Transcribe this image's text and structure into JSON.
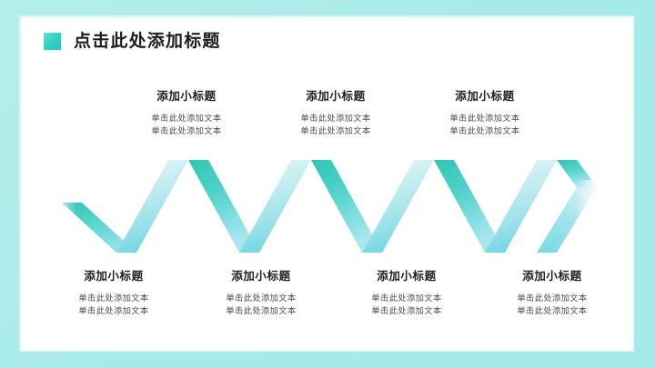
{
  "slide": {
    "background_color": "#a8ecea",
    "card_color": "#ffffff"
  },
  "header": {
    "marker_icon": "square-marker-icon",
    "marker_color": "#2ecfc0",
    "title": "点击此处添加标题"
  },
  "graphic": {
    "name": "zigzag-chevron-ribbon",
    "type": "decorative-zigzag",
    "accent_dark": "#2ec9b9",
    "accent_mid": "#7fdfe2",
    "accent_light": "#d7f2f4",
    "peaks": 3,
    "valleys": 4
  },
  "top_blocks": [
    {
      "title": "添加小标题",
      "lines": [
        "单击此处添加文本",
        "单击此处添加文本"
      ]
    },
    {
      "title": "添加小标题",
      "lines": [
        "单击此处添加文本",
        "单击此处添加文本"
      ]
    },
    {
      "title": "添加小标题",
      "lines": [
        "单击此处添加文本",
        "单击此处添加文本"
      ]
    }
  ],
  "bottom_blocks": [
    {
      "title": "添加小标题",
      "lines": [
        "单击此处添加文本",
        "单击此处添加文本"
      ]
    },
    {
      "title": "添加小标题",
      "lines": [
        "单击此处添加文本",
        "单击此处添加文本"
      ]
    },
    {
      "title": "添加小标题",
      "lines": [
        "单击此处添加文本",
        "单击此处添加文本"
      ]
    },
    {
      "title": "添加小标题",
      "lines": [
        "单击此处添加文本",
        "单击此处添加文本"
      ]
    }
  ]
}
